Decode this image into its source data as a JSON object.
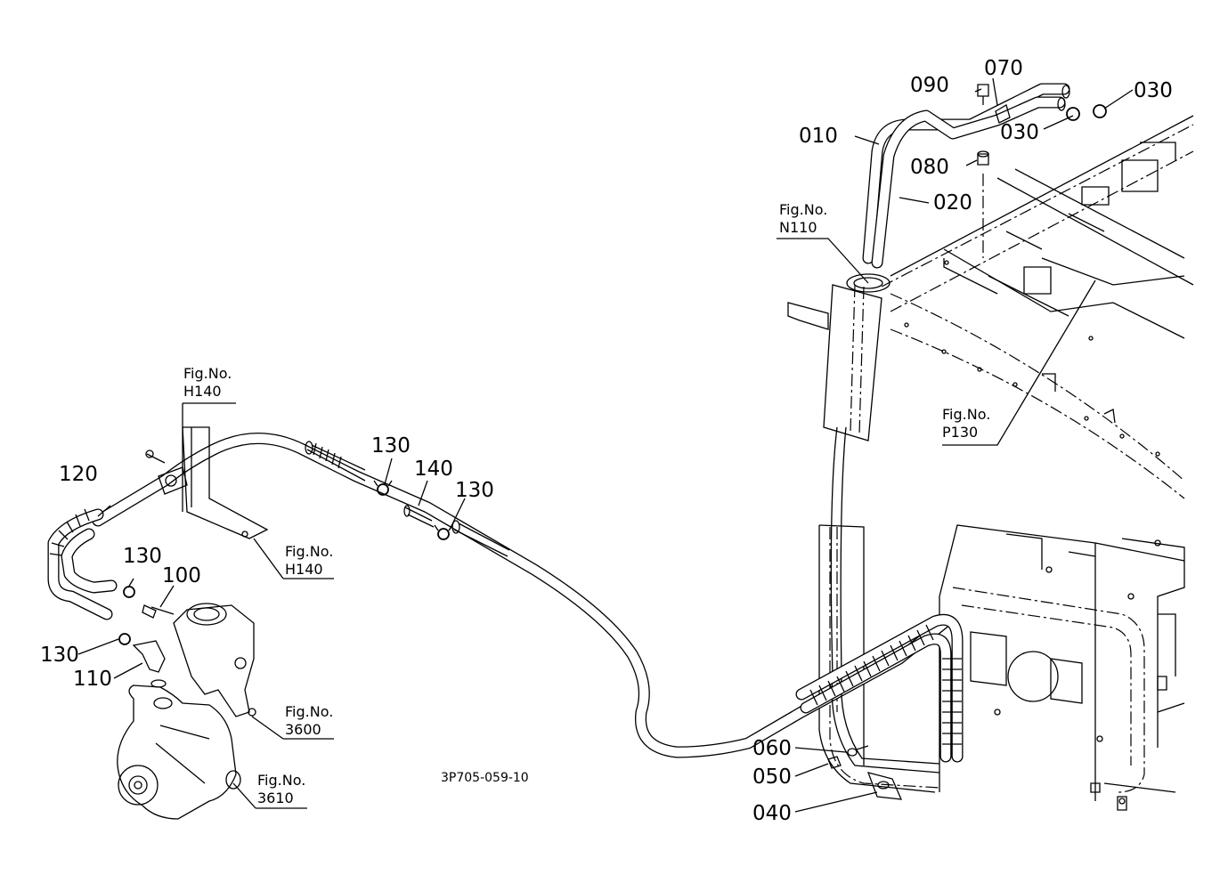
{
  "drawing_code": "3P705-059-10",
  "part_labels": {
    "p010": "010",
    "p020": "020",
    "p030a": "030",
    "p030b": "030",
    "p040": "040",
    "p050": "050",
    "p060": "060",
    "p070": "070",
    "p080": "080",
    "p090": "090",
    "p100": "100",
    "p110": "110",
    "p120": "120",
    "p130a": "130",
    "p130b": "130",
    "p130c": "130",
    "p130d": "130",
    "p140": "140"
  },
  "figure_refs": {
    "h140_top": {
      "title": "Fig.No.",
      "number": "H140"
    },
    "h140_bottom": {
      "title": "Fig.No.",
      "number": "H140"
    },
    "n110": {
      "title": "Fig.No.",
      "number": "N110"
    },
    "p130": {
      "title": "Fig.No.",
      "number": "P130"
    },
    "f3600": {
      "title": "Fig.No.",
      "number": "3600"
    },
    "f3610": {
      "title": "Fig.No.",
      "number": "3610"
    }
  }
}
